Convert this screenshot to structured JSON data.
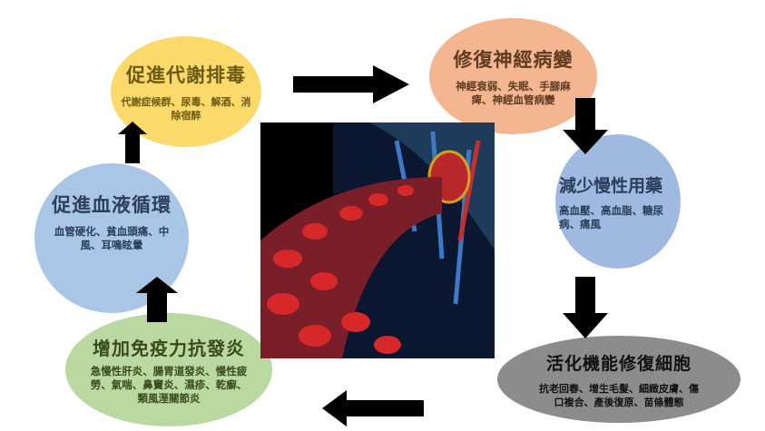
{
  "nodes": [
    {
      "title": "促進代謝排毒",
      "desc": "代謝症候群、尿毒、解酒、消除宿醉",
      "color": "#fbd96b"
    },
    {
      "title": "修復神經病變",
      "desc": "神經衰弱、失眠、手腳麻痺、神經血管病變",
      "color": "#f4b690"
    },
    {
      "title": "減少慢性用藥",
      "desc": "高血壓、高血脂、糖尿病、痛風",
      "color": "#9fb9e0"
    },
    {
      "title": "活化機能修復細胞",
      "desc": "抗老回春、增生毛髮、細緻皮膚、傷口複合、產後復原、苗條體態",
      "color": "#8c8c8c"
    },
    {
      "title": "增加免疫力抗發炎",
      "desc": "急慢性肝炎、腸胃道發炎、慢性疲勞、氣喘、鼻竇炎、濕疹、乾癬、類風溼關節炎",
      "color": "#b9d9a0"
    },
    {
      "title": "促進血液循環",
      "desc": "血管硬化、貧血頭痛、中風、耳鳴眩暈",
      "color": "#a9c6e6"
    }
  ],
  "image": "heart-and-blood-cells-illustration"
}
